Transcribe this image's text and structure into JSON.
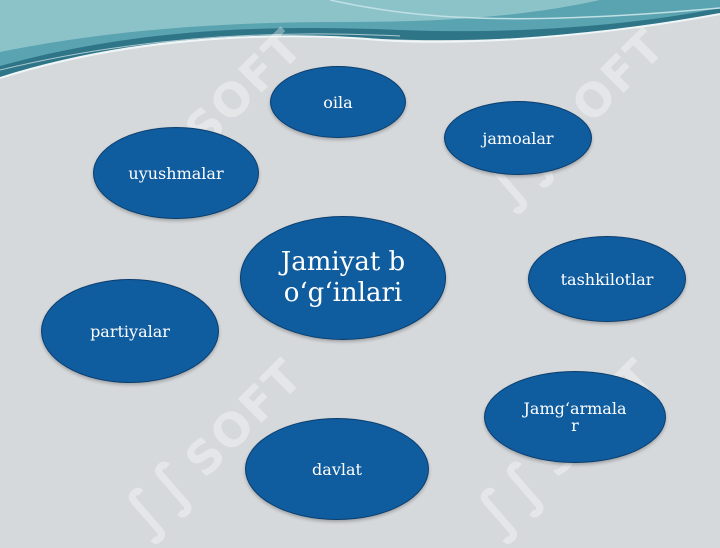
{
  "background_color": "#d6d9dc",
  "node_color": "#0f5c9f",
  "center": {
    "label": "Jamiyat bo‘g‘inlari"
  },
  "nodes": {
    "oila": "oila",
    "jamoalar": "jamoalar",
    "uyushmalar": "uyushmalar",
    "tashkilotlar": "tashkilotlar",
    "partiyalar": "partiyalar",
    "jamgarmalar": "Jamg‘armalar",
    "davlat": "davlat"
  },
  "watermark": {
    "text": "SOFT",
    "icon": "soft-logo-icon"
  }
}
